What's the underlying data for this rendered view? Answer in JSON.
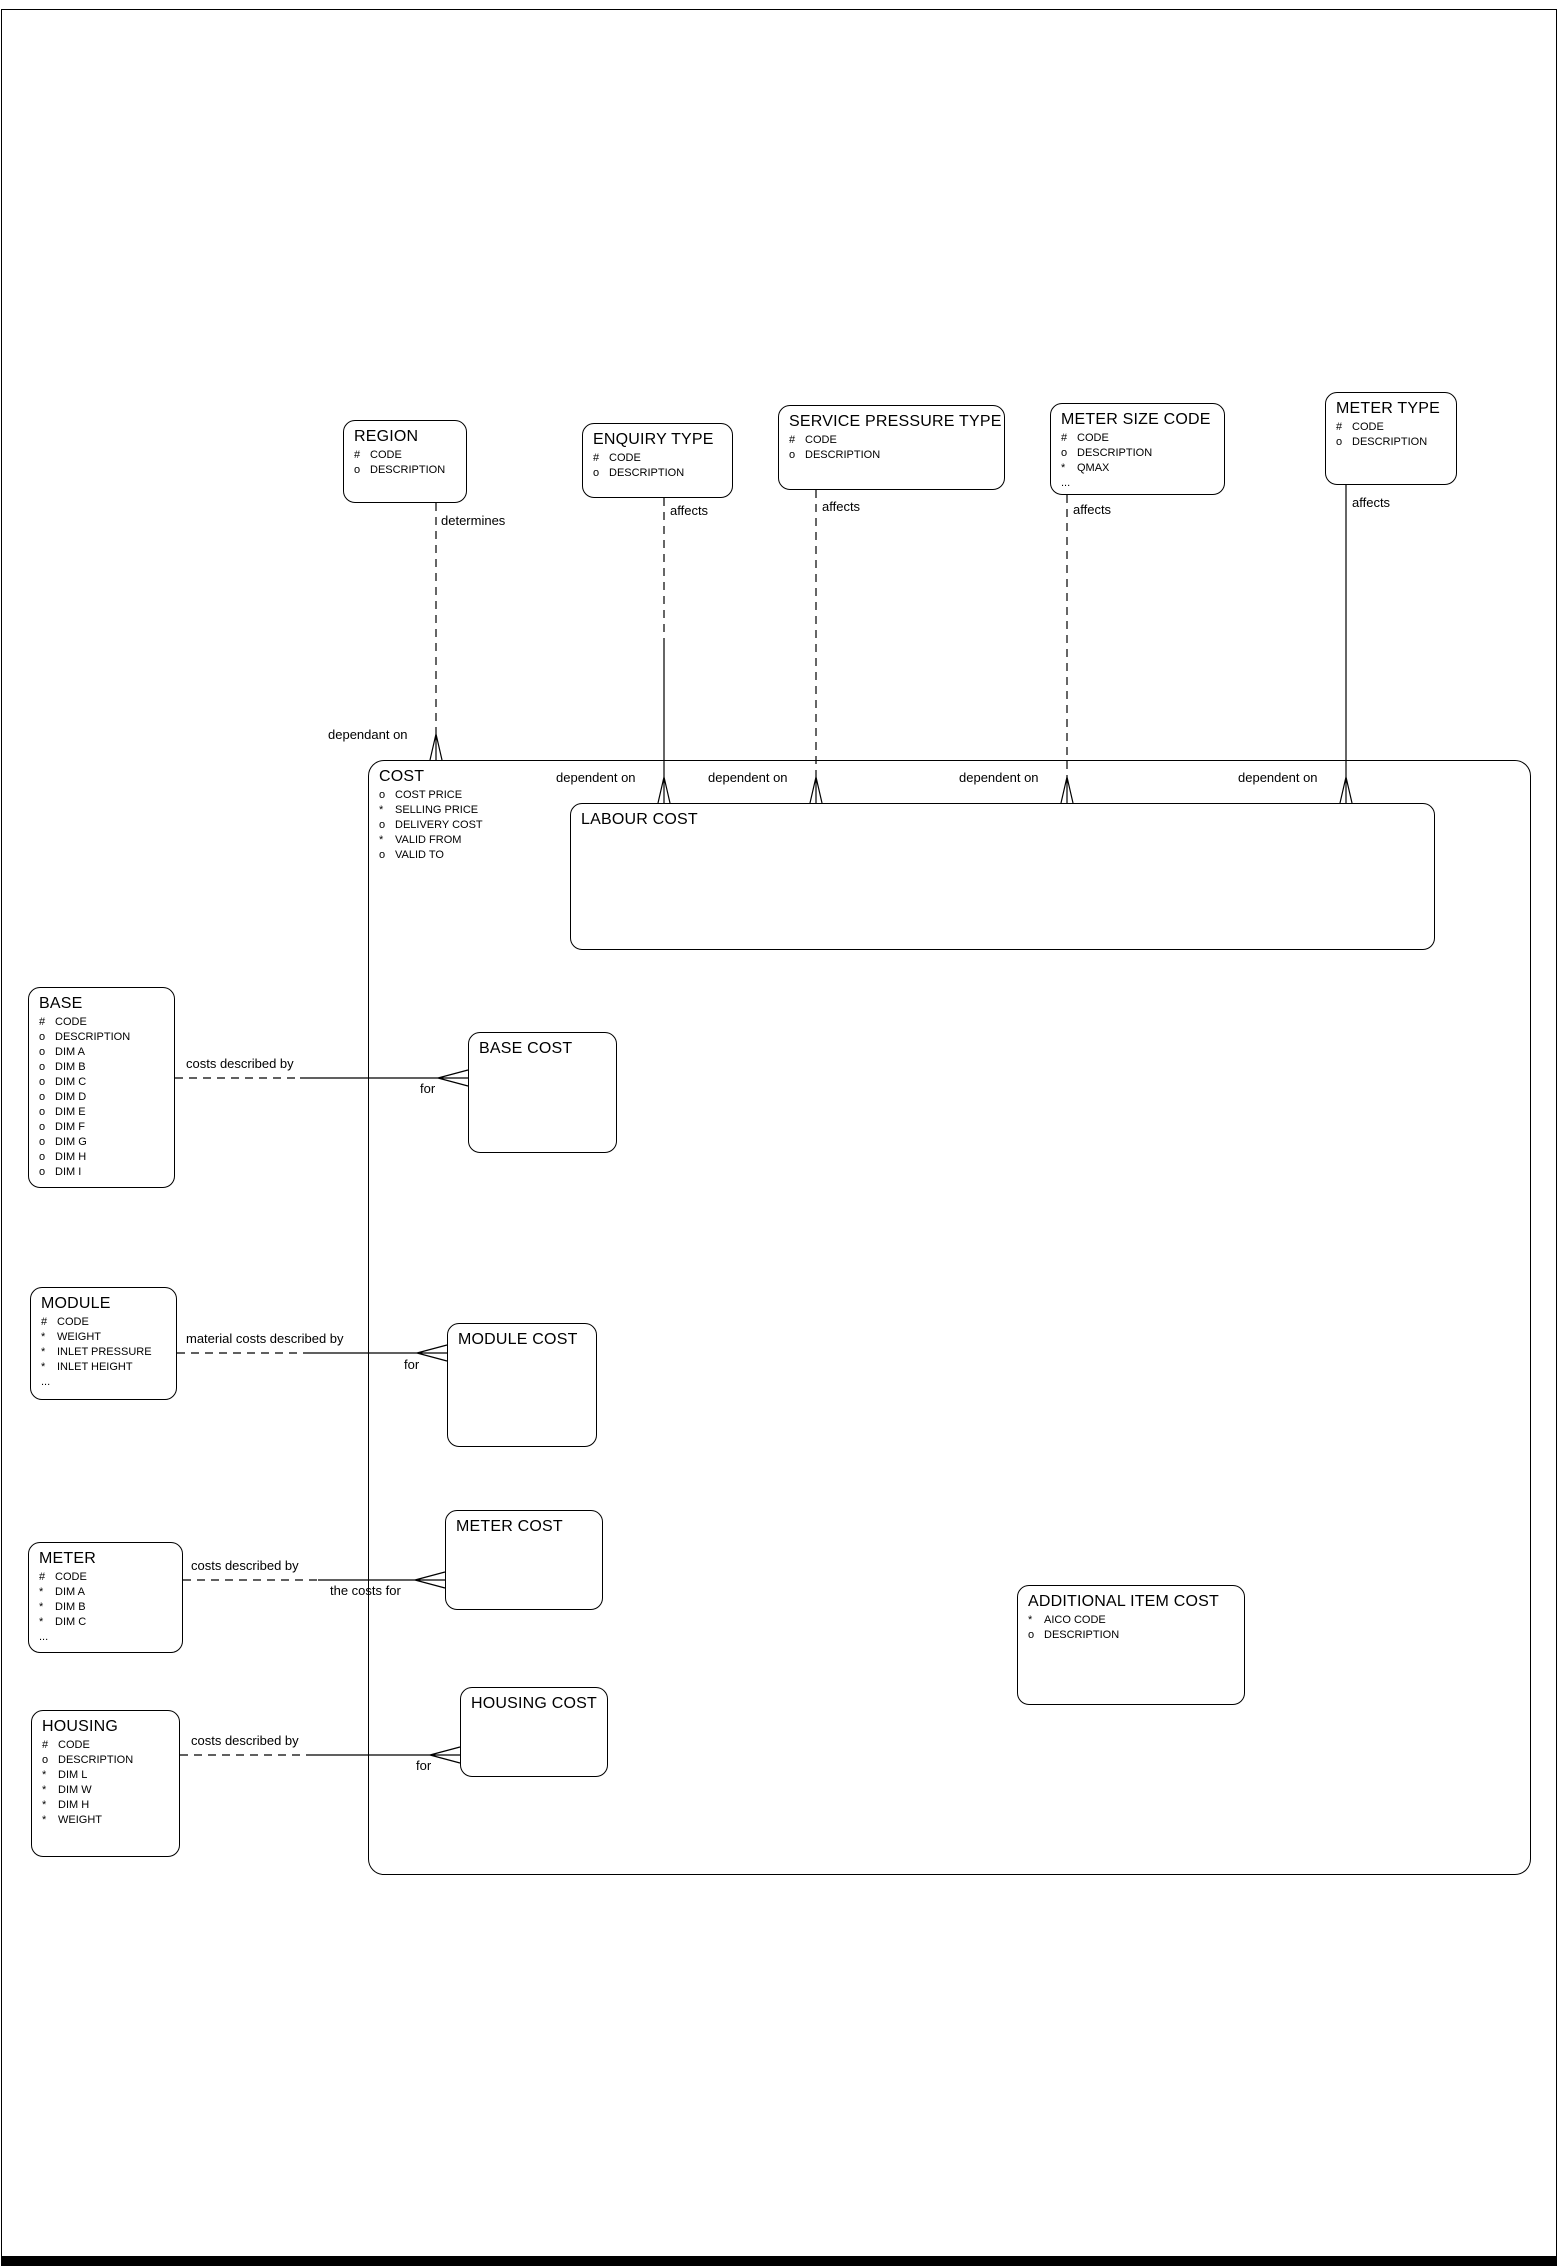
{
  "diagram": {
    "kind": "entity-relationship-diagram",
    "line_color": "#000000",
    "background": "#ffffff"
  },
  "entities": {
    "region": {
      "title": "REGION",
      "attrs": [
        {
          "p": "#",
          "n": "CODE"
        },
        {
          "p": "o",
          "n": "DESCRIPTION"
        }
      ]
    },
    "enquiry_type": {
      "title": "ENQUIRY TYPE",
      "attrs": [
        {
          "p": "#",
          "n": "CODE"
        },
        {
          "p": "o",
          "n": "DESCRIPTION"
        }
      ]
    },
    "service_pressure_type": {
      "title": "SERVICE PRESSURE TYPE",
      "attrs": [
        {
          "p": "#",
          "n": "CODE"
        },
        {
          "p": "o",
          "n": "DESCRIPTION"
        }
      ]
    },
    "meter_size_code": {
      "title": "METER SIZE CODE",
      "attrs": [
        {
          "p": "#",
          "n": "CODE"
        },
        {
          "p": "o",
          "n": "DESCRIPTION"
        },
        {
          "p": "*",
          "n": "QMAX"
        },
        {
          "p": "...",
          "n": ""
        }
      ]
    },
    "meter_type": {
      "title": "METER TYPE",
      "attrs": [
        {
          "p": "#",
          "n": "CODE"
        },
        {
          "p": "o",
          "n": "DESCRIPTION"
        }
      ]
    },
    "cost": {
      "title": "COST",
      "attrs": [
        {
          "p": "o",
          "n": "COST PRICE"
        },
        {
          "p": "*",
          "n": "SELLING PRICE"
        },
        {
          "p": "o",
          "n": "DELIVERY COST"
        },
        {
          "p": "*",
          "n": "VALID FROM"
        },
        {
          "p": "o",
          "n": "VALID TO"
        }
      ]
    },
    "labour_cost": {
      "title": "LABOUR COST"
    },
    "base": {
      "title": "BASE",
      "attrs": [
        {
          "p": "#",
          "n": "CODE"
        },
        {
          "p": "o",
          "n": "DESCRIPTION"
        },
        {
          "p": "o",
          "n": "DIM A"
        },
        {
          "p": "o",
          "n": "DIM B"
        },
        {
          "p": "o",
          "n": "DIM C"
        },
        {
          "p": "o",
          "n": "DIM D"
        },
        {
          "p": "o",
          "n": "DIM E"
        },
        {
          "p": "o",
          "n": "DIM F"
        },
        {
          "p": "o",
          "n": "DIM G"
        },
        {
          "p": "o",
          "n": "DIM H"
        },
        {
          "p": "o",
          "n": "DIM I"
        }
      ]
    },
    "base_cost": {
      "title": "BASE COST"
    },
    "module": {
      "title": "MODULE",
      "attrs": [
        {
          "p": "#",
          "n": "CODE"
        },
        {
          "p": "*",
          "n": "WEIGHT"
        },
        {
          "p": "*",
          "n": "INLET PRESSURE"
        },
        {
          "p": "*",
          "n": "INLET HEIGHT"
        },
        {
          "p": "...",
          "n": ""
        }
      ]
    },
    "module_cost": {
      "title": "MODULE COST"
    },
    "meter": {
      "title": "METER",
      "attrs": [
        {
          "p": "#",
          "n": "CODE"
        },
        {
          "p": "*",
          "n": "DIM A"
        },
        {
          "p": "*",
          "n": "DIM B"
        },
        {
          "p": "*",
          "n": "DIM C"
        },
        {
          "p": "...",
          "n": ""
        }
      ]
    },
    "meter_cost": {
      "title": "METER COST"
    },
    "housing": {
      "title": "HOUSING",
      "attrs": [
        {
          "p": "#",
          "n": "CODE"
        },
        {
          "p": "o",
          "n": "DESCRIPTION"
        },
        {
          "p": "*",
          "n": "DIM L"
        },
        {
          "p": "*",
          "n": "DIM W"
        },
        {
          "p": "*",
          "n": "DIM H"
        },
        {
          "p": "*",
          "n": "WEIGHT"
        }
      ]
    },
    "housing_cost": {
      "title": "HOUSING COST"
    },
    "additional_item_cost": {
      "title": "ADDITIONAL ITEM COST",
      "attrs": [
        {
          "p": "*",
          "n": "AICO CODE"
        },
        {
          "p": "o",
          "n": "DESCRIPTION"
        }
      ]
    }
  },
  "labels": {
    "determines": "determines",
    "dependant_on": "dependant on",
    "affects": "affects",
    "dependent_on": "dependent on",
    "costs_described_by": "costs described by",
    "material_costs_described_by": "material costs described by",
    "the_costs_for": "the costs for",
    "for": "for"
  }
}
